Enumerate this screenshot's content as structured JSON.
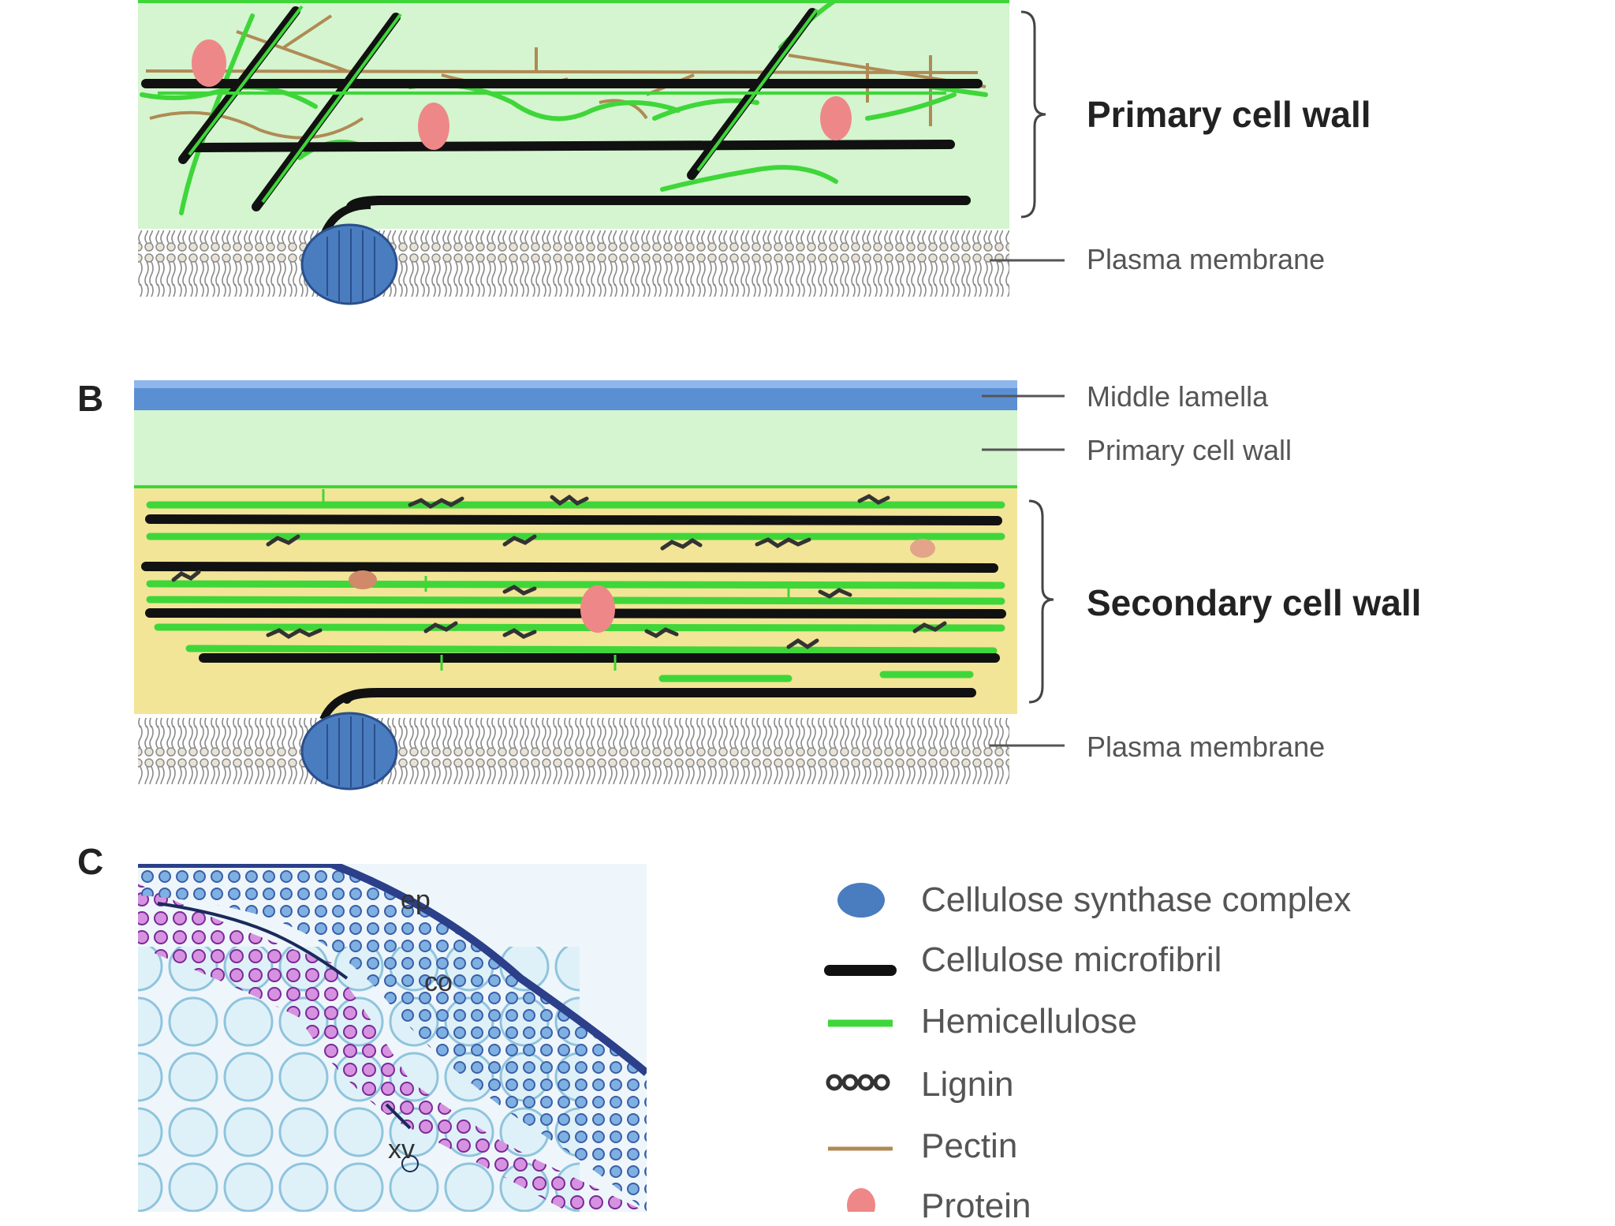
{
  "panels": {
    "b_letter": "B",
    "c_letter": "C"
  },
  "panel_a": {
    "primary_cell_wall": "Primary cell wall",
    "plasma_membrane": "Plasma membrane"
  },
  "panel_b": {
    "middle_lamella": "Middle lamella",
    "primary_cell_wall": "Primary cell wall",
    "secondary_cell_wall": "Secondary cell wall",
    "plasma_membrane": "Plasma membrane"
  },
  "panel_c": {
    "ep": "ep",
    "co": "co",
    "xv": "xv"
  },
  "legend": {
    "items": [
      {
        "label": "Cellulose synthase complex"
      },
      {
        "label": "Cellulose microfibril"
      },
      {
        "label": "Hemicellulose"
      },
      {
        "label": "Lignin"
      },
      {
        "label": "Pectin"
      },
      {
        "label": "Protein"
      }
    ]
  },
  "colors": {
    "primary_wall": "#d4f5cf",
    "secondary_wall": "#f2e597",
    "middle_lamella": "#5b8fd4",
    "cellulose": "#111111",
    "hemicellulose": "#3fd63a",
    "pectin": "#b08a55",
    "protein": "#ee8888",
    "synthase": "#4a7cc0",
    "membrane": "#9a9a9a"
  }
}
